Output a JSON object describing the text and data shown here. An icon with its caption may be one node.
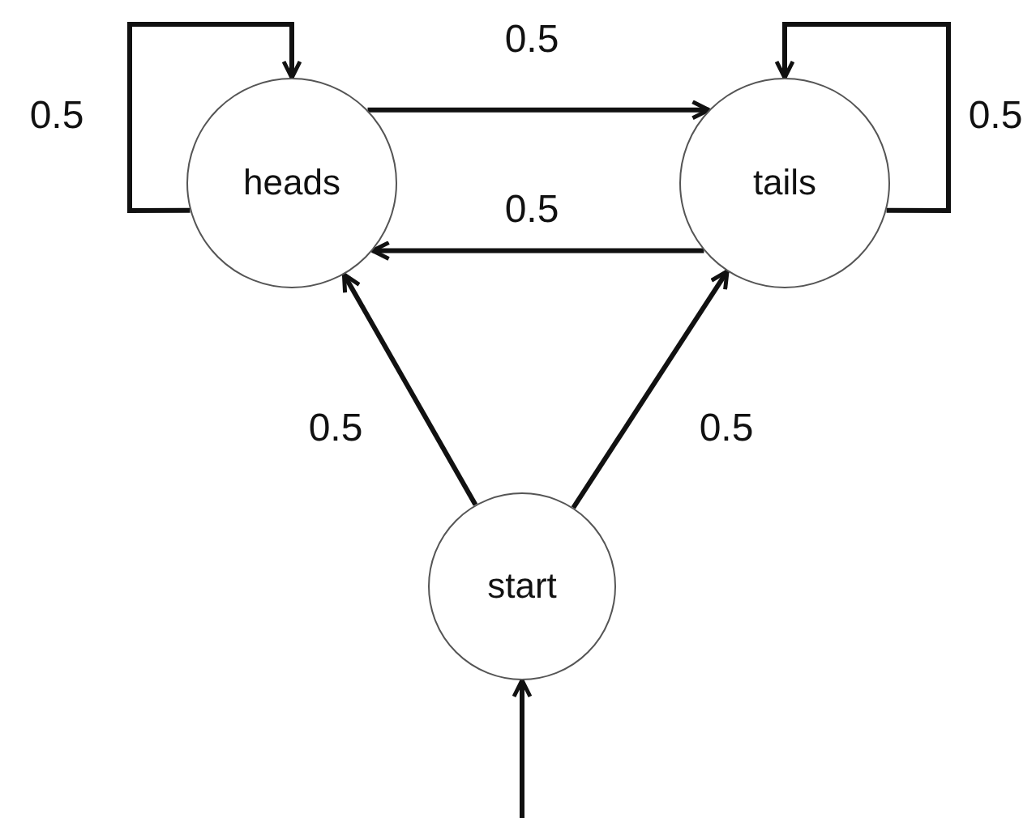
{
  "diagram": {
    "nodes": [
      {
        "text": [
          "heads"
        ]
      },
      {
        "text": [
          "tails"
        ]
      },
      {
        "text": [
          "start"
        ]
      }
    ],
    "edges": [
      {
        "from": 0,
        "to": 0,
        "arrow": "to",
        "label": "0.5"
      },
      {
        "from": 0,
        "to": 1,
        "arrow": "to",
        "label": "0.5"
      },
      {
        "from": 1,
        "to": 0,
        "arrow": "to",
        "label": "0.5"
      },
      {
        "from": 1,
        "to": 1,
        "arrow": "to",
        "label": "0.5"
      },
      {
        "from": 2,
        "to": 0,
        "arrow": "to",
        "label": "0.5"
      },
      {
        "from": 2,
        "to": 1,
        "arrow": "to",
        "label": "0.5"
      },
      {
        "from": null,
        "to": 2,
        "arrow": "to"
      }
    ]
  }
}
